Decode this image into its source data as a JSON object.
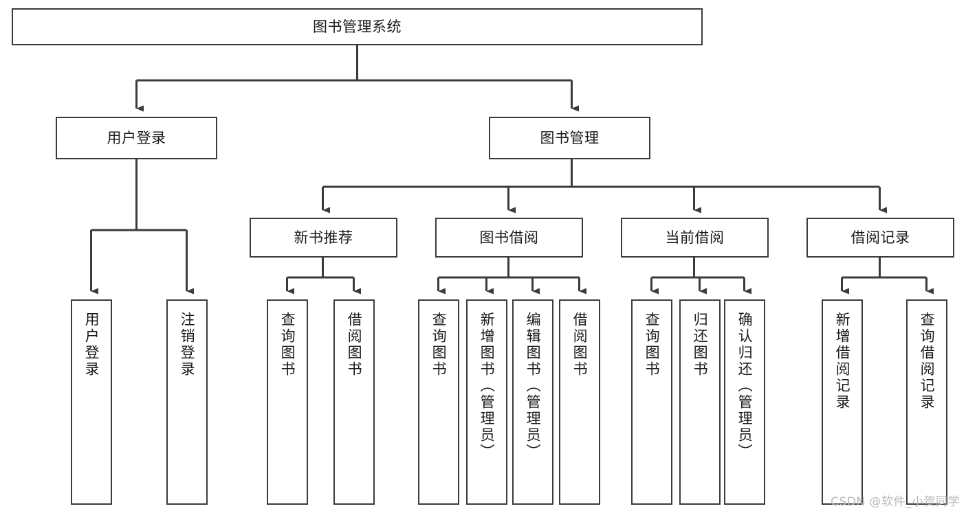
{
  "diagram": {
    "title": "图书管理系统",
    "type": "tree-hierarchy-chart",
    "stroke_color": "#3b3b3b",
    "background_color": "#ffffff",
    "text_color": "#1a1a1a"
  },
  "nodes": {
    "root": {
      "label": "图书管理系统"
    },
    "level2": [
      {
        "label": "用户登录"
      },
      {
        "label": "图书管理"
      }
    ],
    "level3": [
      {
        "label": "新书推荐"
      },
      {
        "label": "图书借阅"
      },
      {
        "label": "当前借阅"
      },
      {
        "label": "借阅记录"
      }
    ],
    "leaves_user_login": [
      {
        "label": "用户登录"
      },
      {
        "label": "注销登录"
      }
    ],
    "leaves_new_book": [
      {
        "label": "查询图书"
      },
      {
        "label": "借阅图书"
      }
    ],
    "leaves_borrow": [
      {
        "label": "查询图书"
      },
      {
        "label": "新增图书（管理员）"
      },
      {
        "label": "编辑图书（管理员）"
      },
      {
        "label": "借阅图书"
      }
    ],
    "leaves_current": [
      {
        "label": "查询图书"
      },
      {
        "label": "归还图书"
      },
      {
        "label": "确认归还（管理员）"
      }
    ],
    "leaves_records": [
      {
        "label": "新增借阅记录"
      },
      {
        "label": "查询借阅记录"
      }
    ]
  },
  "watermark": {
    "text": "CSDN @软件_小贺同学"
  }
}
